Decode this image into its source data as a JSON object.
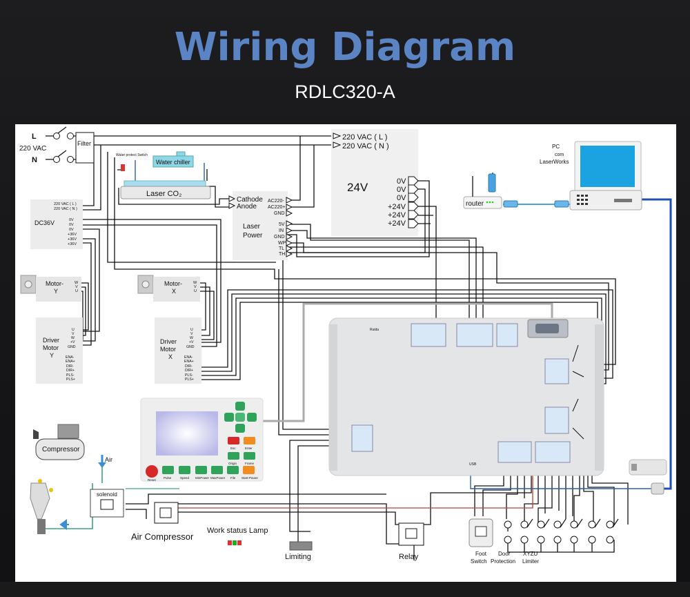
{
  "header": {
    "title": "Wiring Diagram",
    "subtitle": "RDLC320-A"
  },
  "mains": {
    "line_l": "L",
    "line_n": "N",
    "voltage": "220 VAC",
    "filter": "Filter"
  },
  "supply24": {
    "in_l": "220 VAC ( L )",
    "in_n": "220 VAC ( N )",
    "label": "24V",
    "pins": [
      "0V",
      "0V",
      "0V",
      "+24V",
      "+24V",
      "+24V"
    ]
  },
  "chiller": {
    "label": "Water chiller",
    "switch": "Water protect Switch"
  },
  "tube": {
    "label": "Laser CO₂"
  },
  "laser_power": {
    "label": "Laser Power",
    "cathode": "Cathode",
    "anode": "Anode",
    "ac_pins": [
      "AC220-",
      "AC220+",
      "GND"
    ],
    "io_pins": [
      "5V",
      "IN",
      "GND",
      "WP",
      "TL",
      "TH"
    ]
  },
  "dc36": {
    "label": "DC36V",
    "ac_pins": [
      "220 VAC ( L )",
      "220 VAC ( N )"
    ],
    "pins": [
      "0V",
      "0V",
      "0V",
      "+36V",
      "+36V",
      "+36V"
    ]
  },
  "motor_y": {
    "label": "Motor-Y",
    "pins": [
      "W",
      "V",
      "U"
    ]
  },
  "motor_x": {
    "label": "Motor-X",
    "pins": [
      "W",
      "V",
      "U"
    ]
  },
  "driver_y": {
    "label": "Driver Motor Y",
    "pins": [
      "U",
      "V",
      "W",
      "+V",
      "GND",
      "ENA-",
      "ENA+",
      "DIR-",
      "DIR+",
      "PLS-",
      "PLS+"
    ]
  },
  "driver_x": {
    "label": "Driver Motor X",
    "pins": [
      "U",
      "V",
      "W",
      "+V",
      "GND",
      "ENA-",
      "ENA+",
      "DIR-",
      "DIR+",
      "PLS-",
      "PLS+"
    ]
  },
  "pc": {
    "label": "PC\ncom\nLaserWorks",
    "router": "router"
  },
  "keypad": {
    "buttons": [
      "Reset",
      "Pulse",
      "Speed",
      "MinPower",
      "MaxPower",
      "File",
      "Start-Pause",
      "Esc",
      "Enter",
      "Origin",
      "Frame"
    ]
  },
  "controller": {
    "name": "RDLC320-A",
    "usb": "USB"
  },
  "air": {
    "compressor": "Compressor",
    "air_label": "Air",
    "solenoid": "solenoid",
    "air_compressor": "Air Compressor"
  },
  "lamp": {
    "label": "Work status Lamp"
  },
  "limiting": {
    "label": "Limiting"
  },
  "relay": {
    "label": "Relay"
  },
  "switches": {
    "foot": "Foot\nSwitch",
    "door": "Door\nProtection",
    "xyzu": "XYZU\nLimiter"
  }
}
